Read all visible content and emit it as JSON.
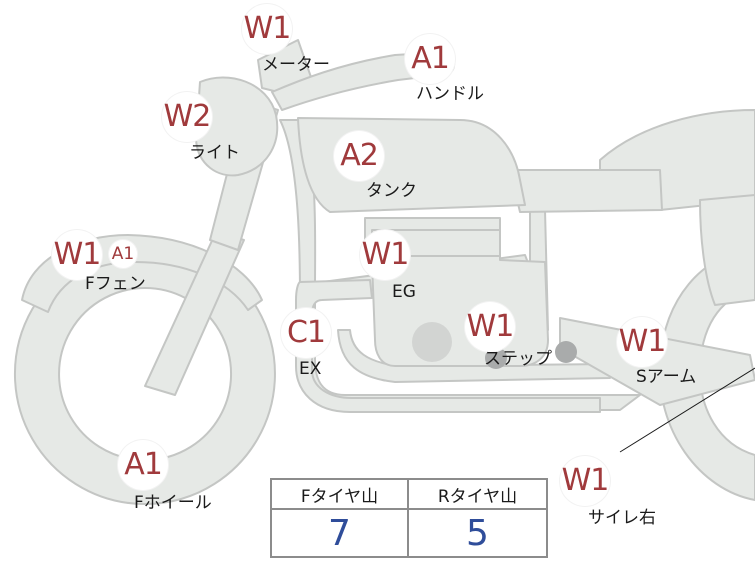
{
  "colors": {
    "body_fill": "#e6e9e6",
    "body_stroke": "#c4c6c4",
    "grade_text": "#a03a3c",
    "tire_value": "#2f4d9a"
  },
  "parts": [
    {
      "id": "meter",
      "grade": "W1",
      "label": "メーター"
    },
    {
      "id": "handle",
      "grade": "A1",
      "label": "ハンドル"
    },
    {
      "id": "light",
      "grade": "W2",
      "label": "ライト"
    },
    {
      "id": "tank",
      "grade": "A2",
      "label": "タンク"
    },
    {
      "id": "ffender",
      "grade": "W1",
      "grade2": "A1",
      "label": "Fフェン"
    },
    {
      "id": "eg",
      "grade": "W1",
      "label": "EG"
    },
    {
      "id": "ex",
      "grade": "C1",
      "label": "EX"
    },
    {
      "id": "step",
      "grade": "W1",
      "label": "ステップ"
    },
    {
      "id": "sarm",
      "grade": "W1",
      "label": "Sアーム"
    },
    {
      "id": "fwheel",
      "grade": "A1",
      "label": "Fホイール"
    },
    {
      "id": "silencer",
      "grade": "W1",
      "label": "サイレ右"
    }
  ],
  "tire_table": {
    "headers": [
      "Fタイヤ山",
      "Rタイヤ山"
    ],
    "values": [
      "7",
      "5"
    ]
  }
}
